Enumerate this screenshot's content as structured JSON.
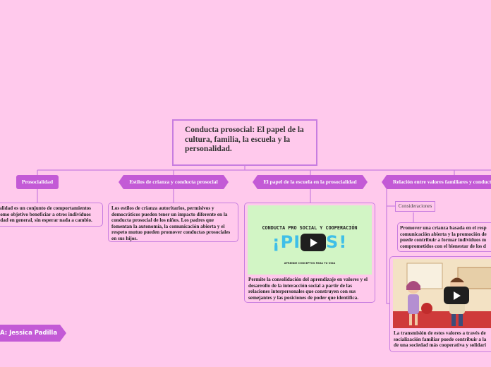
{
  "root": {
    "title": "Conducta prosocial: El papel de la\ncultura, familia, la escuela y la personalidad."
  },
  "topics": [
    {
      "label": "Prosocialidad",
      "text": "ialidad es un conjunto de comportamientos\n como objetivo beneficiar a otros individuos\nedad en general, sin esperar nada a cambio."
    },
    {
      "label": "Estilos de crianza y conducta prosocial",
      "text": "Los estilos de crianza autoritarios, permisivos y democráticos pueden tener un impacto diferente en la conducta prosocial de los niños. Los padres que fomentan la autonomía, la comunicación abierta y el respeto mutuo pueden promover conductas prosociales en sus hijos."
    },
    {
      "label": "El papel de la escuela en la prosocialidad",
      "video": {
        "title": "CONDUCTA PRO SOCIAL Y COOPERACIÓN",
        "brand": "¡PILAS!",
        "brand_sub": "APRENDE CONCEPTOS PARA TU VIDA"
      },
      "text": " Permite la consolidación del aprendizaje en valores y el desarrollo de la interacción social a partir de las relaciones interpersonales que construyen con sus semejantes y las posiciones de poder que identifica."
    },
    {
      "label": "Relación entre valores familiares y conducta",
      "sub_label": "Consideraciones",
      "text": " Promover una crianza basada en el resp\ncomunicación abierta y la promoción de\npuede contribuir a formar individuos m\ncomprometidos con el bienestar de los d",
      "text2": "La transmisión de estos valores a través de\nsocialización familiar puede contribuir a la\nde una sociedad más cooperativa y solidari"
    }
  ],
  "author": "A: Jessica Padilla",
  "colors": {
    "background": "#ffc9ec",
    "accent": "#c35ad6",
    "border": "#c77de0"
  }
}
